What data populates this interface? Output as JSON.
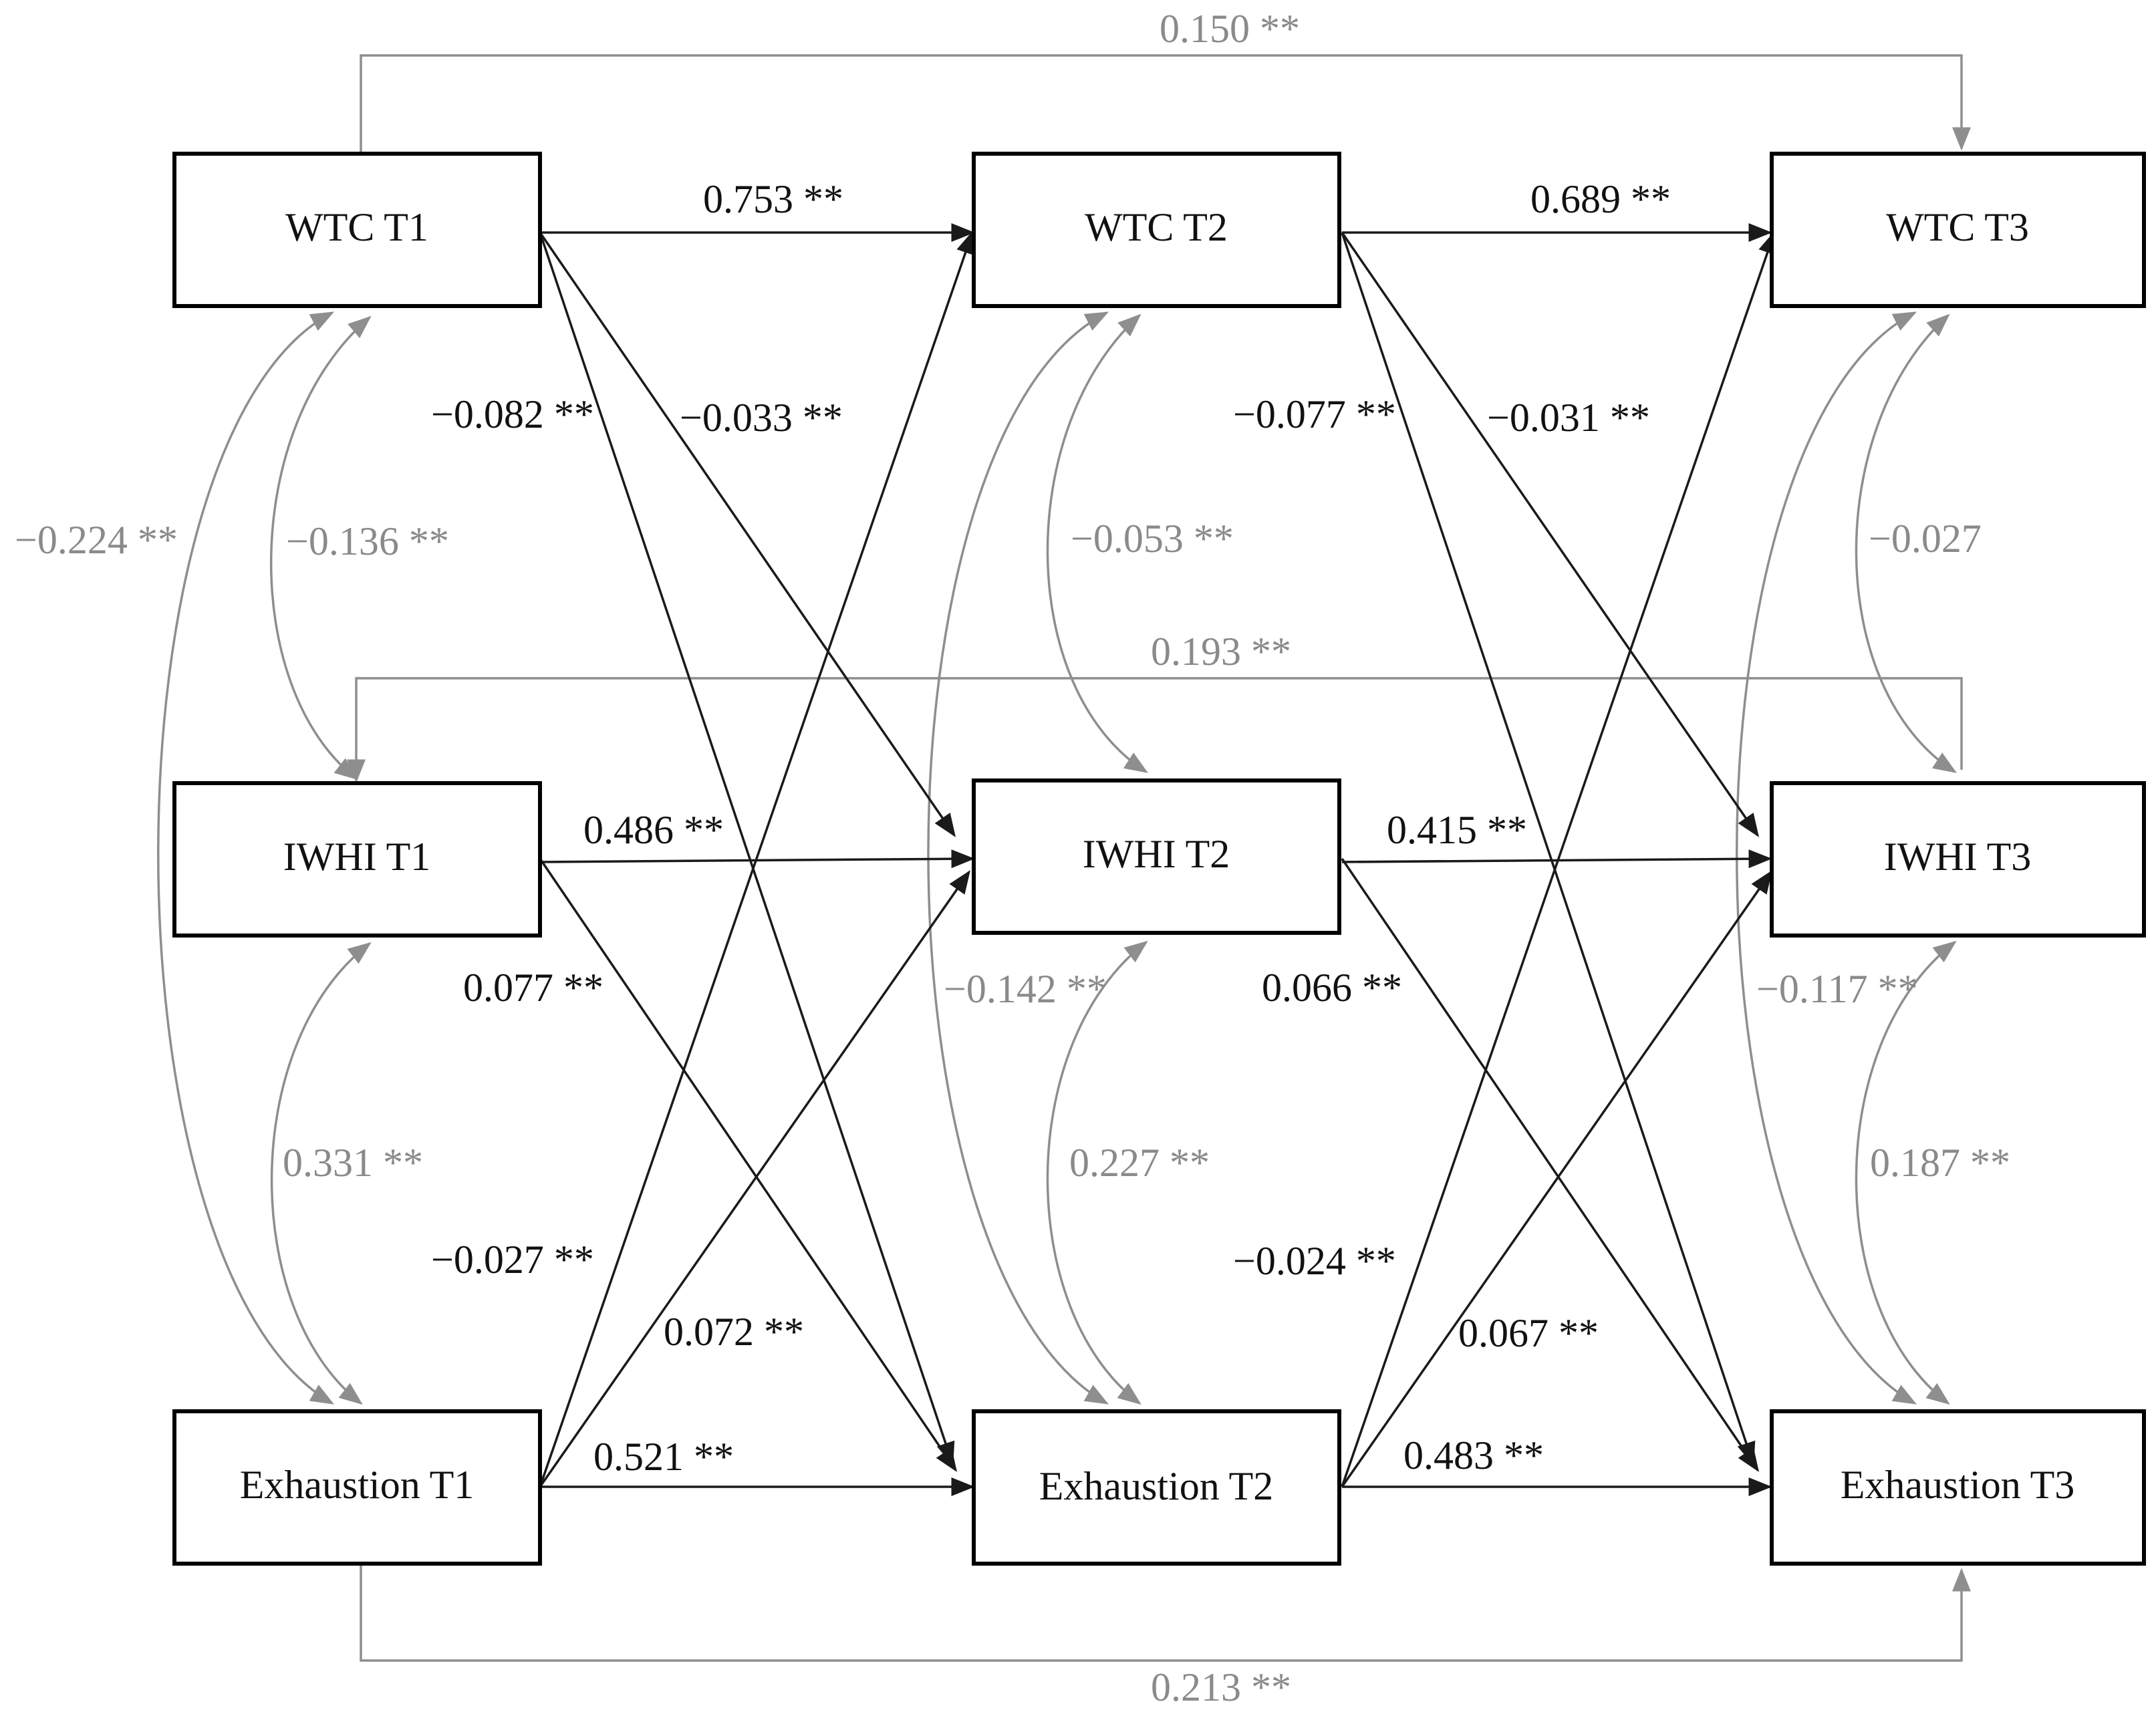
{
  "colors": {
    "direct_path": "#1a1a1a",
    "correlation_and_indirect": "#8e8e8e"
  },
  "nodes": {
    "wtc_t1": "WTC T1",
    "wtc_t2": "WTC T2",
    "wtc_t3": "WTC T3",
    "iwhi_t1": "IWHI T1",
    "iwhi_t2": "IWHI T2",
    "iwhi_t3": "IWHI T3",
    "exh_t1": "Exhaustion T1",
    "exh_t2": "Exhaustion T2",
    "exh_t3": "Exhaustion T3"
  },
  "paths": {
    "wtc_t1_t2": "0.753 **",
    "wtc_t2_t3": "0.689 **",
    "iwhi_t1_t2": "0.486 **",
    "iwhi_t2_t3": "0.415 **",
    "exh_t1_t2": "0.521 **",
    "exh_t2_t3": "0.483 **",
    "wtc1_exh2": "−0.082 **",
    "wtc1_iwhi2": "−0.033 **",
    "wtc2_exh3": "−0.077 **",
    "wtc2_iwhi3": "−0.031 **",
    "iwhi1_exh2": "0.077 **",
    "iwhi2_exh3": "0.066 **",
    "exh1_wtc2": "−0.027 **",
    "exh1_iwhi2": "0.072 **",
    "exh2_wtc3": "−0.024 **",
    "exh2_iwhi3": "0.067 **",
    "wtc1_wtc3": "0.150 **",
    "iwhi1_iwhi3": "0.193 **",
    "exh1_exh3": "0.213 **"
  },
  "correlations": {
    "wtc1_exh1": "−0.224 **",
    "wtc1_iwhi1": "−0.136 **",
    "iwhi1_exh1": "0.331 **",
    "wtc2_iwhi2": "−0.053 **",
    "wtc2_exh2": "−0.142 **",
    "iwhi2_exh2": "0.227 **",
    "wtc3_iwhi3": "−0.027",
    "wtc3_exh3": "−0.117 **",
    "iwhi3_exh3": "0.187 **"
  }
}
